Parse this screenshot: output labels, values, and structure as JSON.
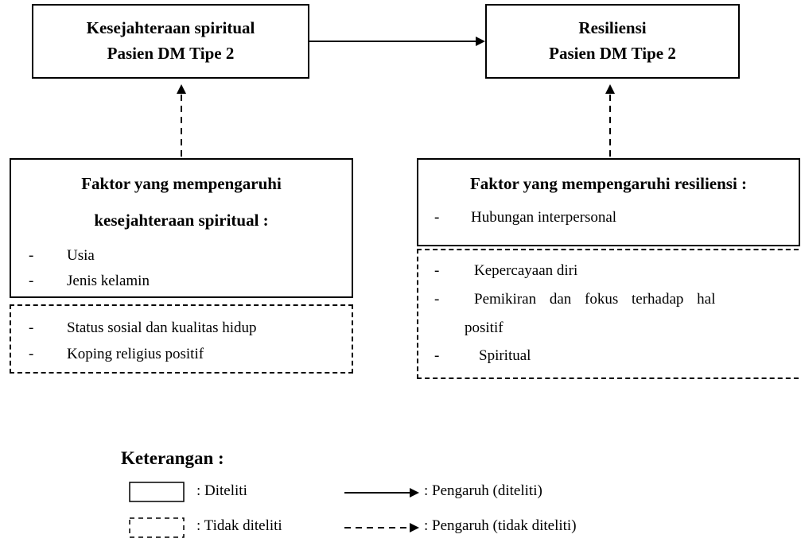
{
  "top_left": {
    "line1": "Kesejahteraan spiritual",
    "line2": "Pasien DM Tipe 2"
  },
  "top_right": {
    "line1": "Resiliensi",
    "line2": "Pasien DM Tipe 2"
  },
  "left_factors": {
    "title1": "Faktor yang mempengaruhi",
    "title2": "kesejahteraan spiritual :",
    "studied": [
      "Usia",
      "Jenis kelamin"
    ],
    "not_studied": [
      "Status sosial dan kualitas hidup",
      "Koping religius positif"
    ]
  },
  "right_factors": {
    "title": "Faktor yang mempengaruhi resiliensi :",
    "studied": [
      "Hubungan interpersonal"
    ],
    "not_studied": [
      "Kepercayaan diri",
      "Pemikiran dan fokus terhadap hal",
      "positif",
      "Spiritual"
    ]
  },
  "bullet": "-",
  "legend": {
    "title": "Keterangan :",
    "studied": ": Diteliti",
    "not_studied": ": Tidak diteliti",
    "effect_studied": ": Pengaruh (diteliti)",
    "effect_not_studied": ": Pengaruh (tidak diteliti)"
  }
}
